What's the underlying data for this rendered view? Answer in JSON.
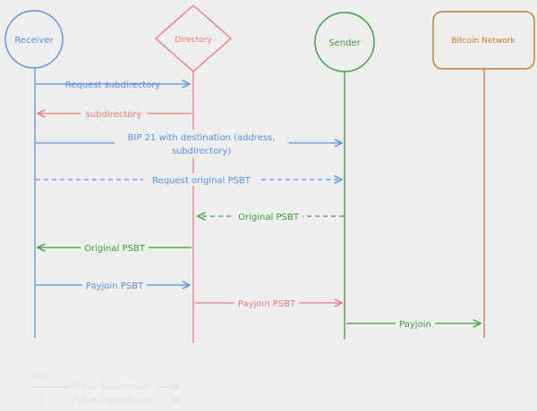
{
  "colors": {
    "background": "#eeeeee",
    "receiver": "#5b8fe6",
    "directory": "#ec7a7a",
    "sender": "#3e9a3e",
    "bitcoin_network": "#c27a2c",
    "key": "#dedede"
  },
  "participants": {
    "receiver": "Receiver",
    "directory": "Directory",
    "sender": "Sender",
    "bitcoin_network": "Bitcoin Network"
  },
  "messages": [
    {
      "label": "Request subdirectory",
      "from": "receiver",
      "to": "directory",
      "style": "solid"
    },
    {
      "label": "subdirectory",
      "from": "directory",
      "to": "receiver",
      "style": "solid"
    },
    {
      "label": "BIP 21 with destination (address,",
      "label2": "subdirectory)",
      "from": "receiver",
      "to": "sender",
      "style": "solid"
    },
    {
      "label": "Request original PSBT",
      "from": "receiver",
      "to": "sender",
      "style": "dashed"
    },
    {
      "label": "Original PSBT",
      "from": "sender",
      "to": "directory",
      "style": "dashed"
    },
    {
      "label": "Original PSBT",
      "from": "directory",
      "to": "receiver",
      "style": "solid"
    },
    {
      "label": "Payjoin PSBT",
      "from": "receiver",
      "to": "directory",
      "style": "solid"
    },
    {
      "label": "Payjoin PSBT",
      "from": "directory",
      "to": "sender",
      "style": "solid"
    },
    {
      "label": "Payjoin",
      "from": "sender",
      "to": "bitcoin_network",
      "style": "solid"
    }
  ],
  "key": {
    "title": "Key",
    "single": "Single Transmission",
    "polled": "Polled Transmission"
  }
}
